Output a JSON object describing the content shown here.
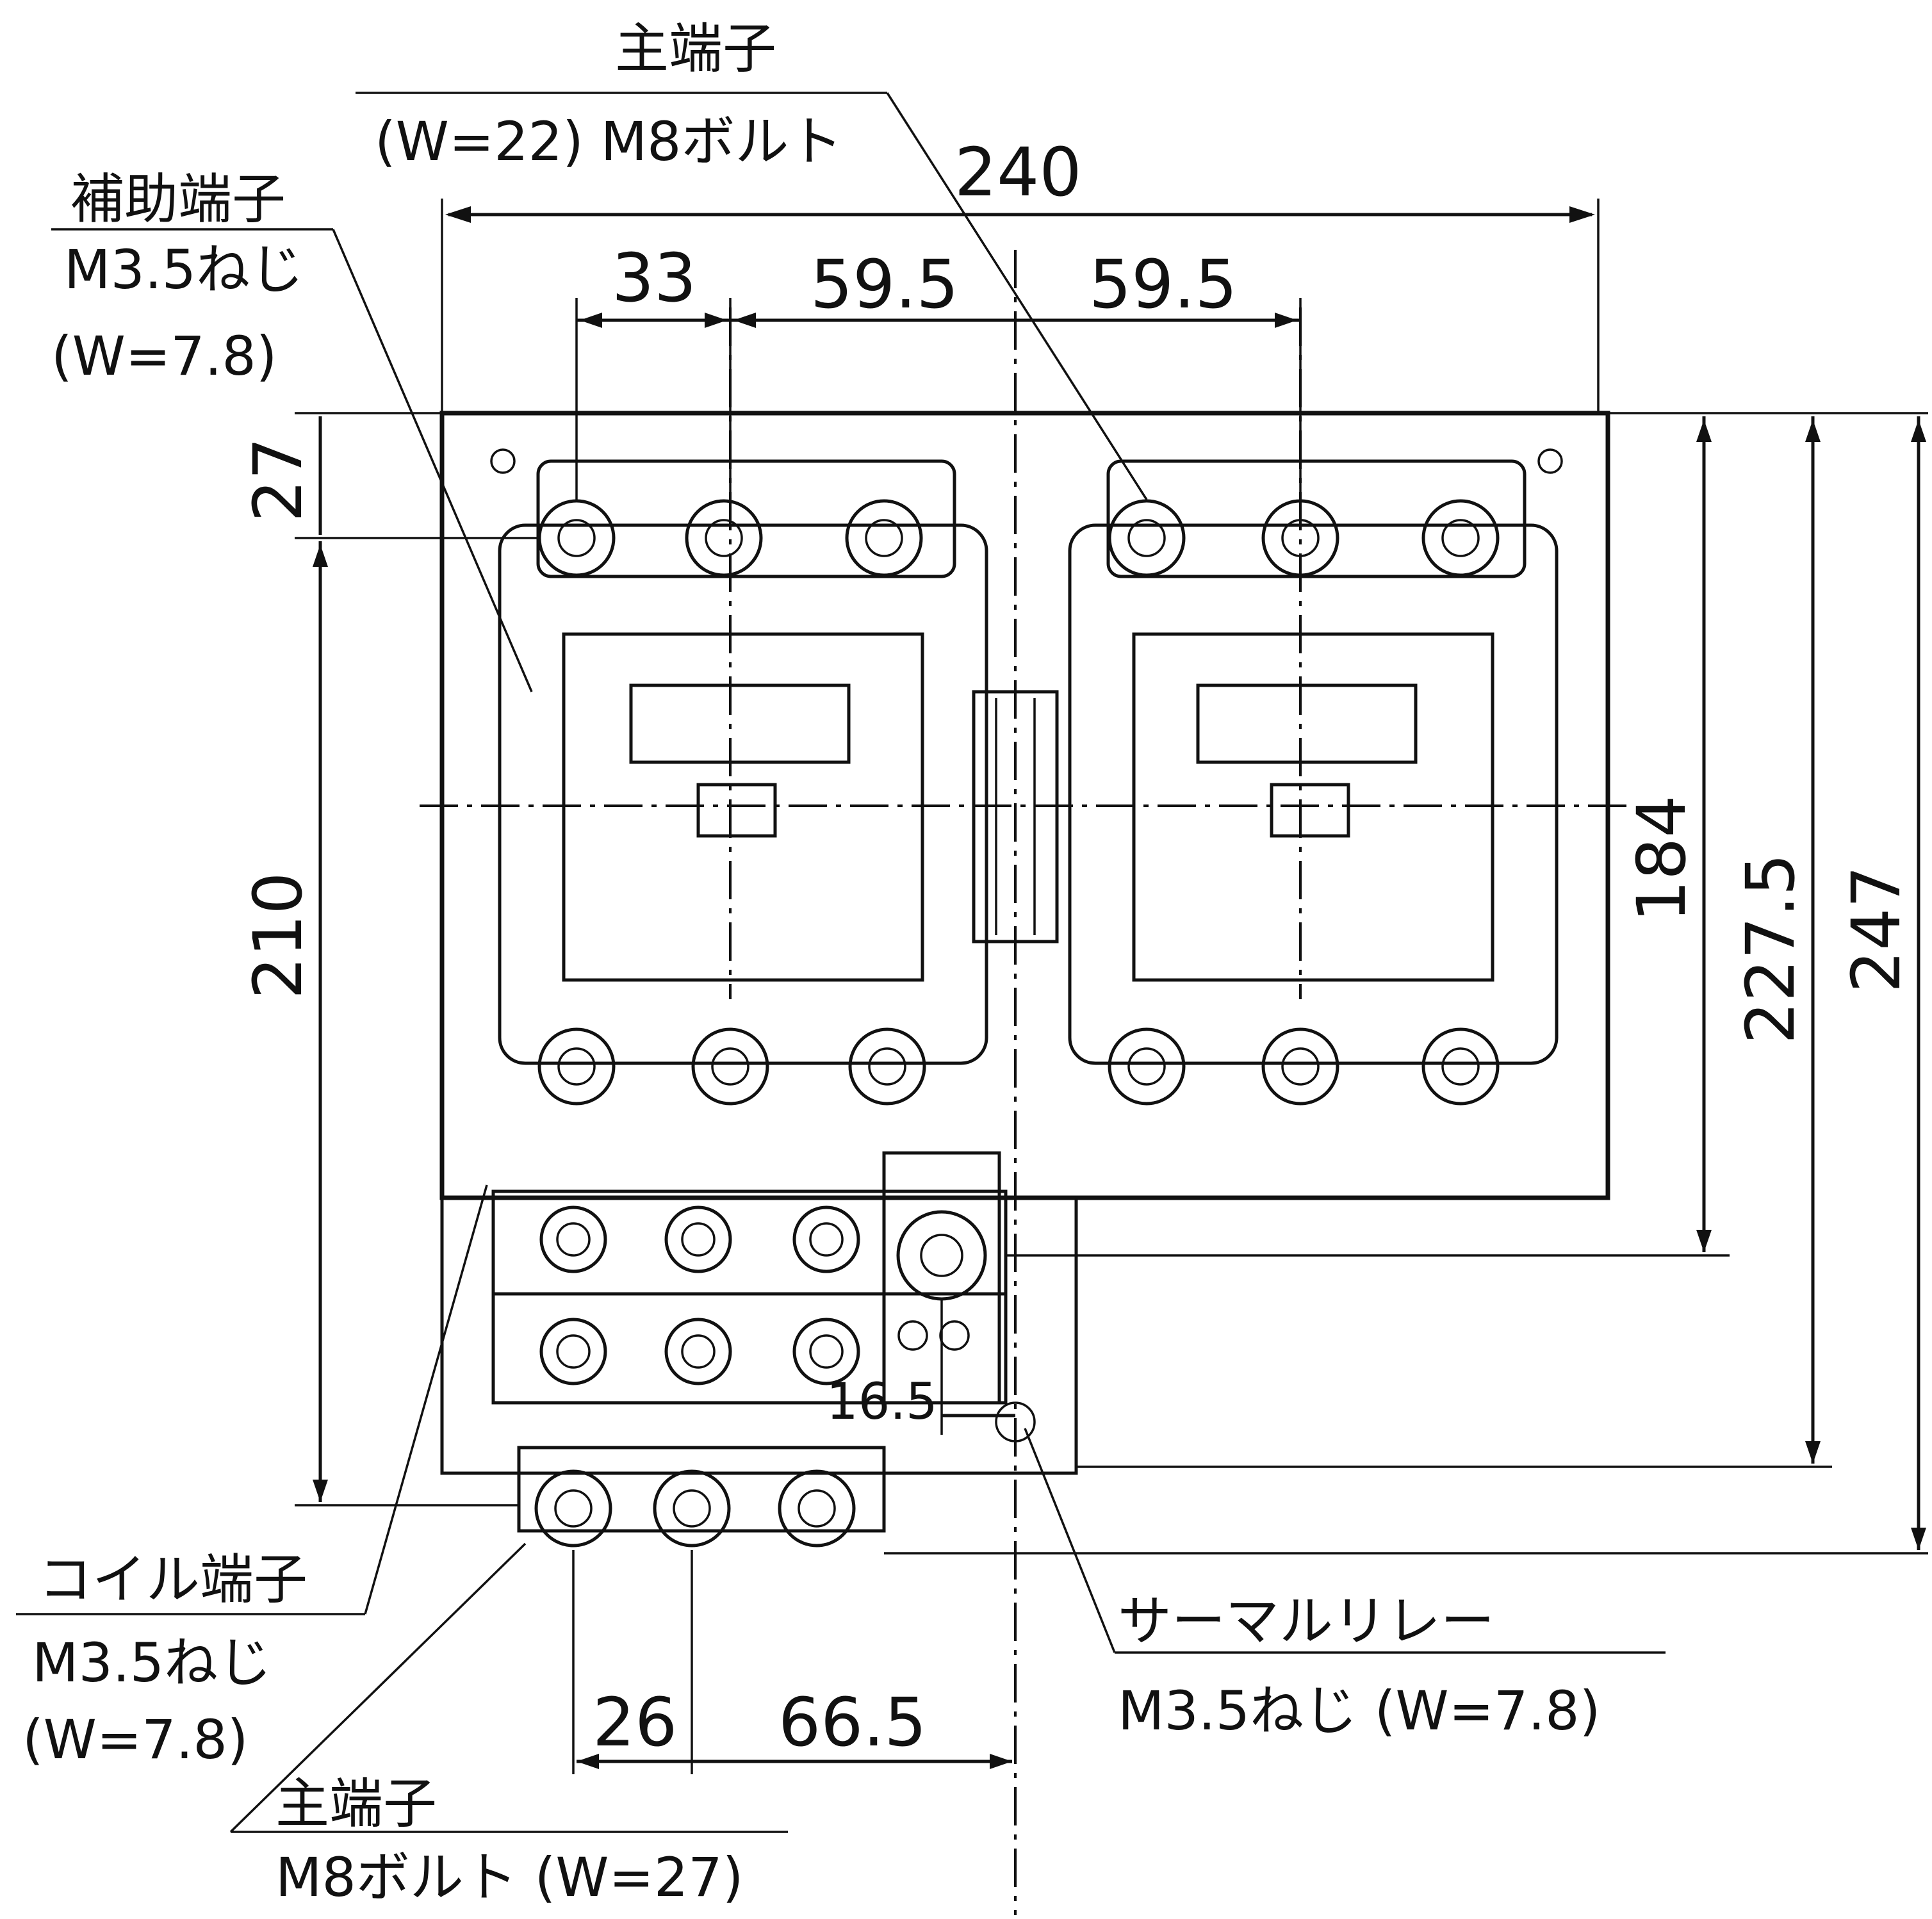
{
  "labels": {
    "main_top_title": "主端子",
    "main_top_spec": "(W=22) M8ボルト",
    "aux_title": "補助端子",
    "aux_spec": "M3.5ねじ",
    "aux_width": "(W=7.8)",
    "coil_title": "コイル端子",
    "coil_spec": "M3.5ねじ",
    "coil_width": "(W=7.8)",
    "main_bottom_title": "主端子",
    "main_bottom_spec": "M8ボルト (W=27)",
    "thermal_title": "サーマルリレー",
    "thermal_spec": "M3.5ねじ (W=7.8)"
  },
  "dimensions": {
    "overall_width": "240",
    "pitch_a": "33",
    "pitch_b": "59.5",
    "pitch_c": "59.5",
    "top_margin": "27",
    "left_height": "210",
    "h_184": "184",
    "h_227": "227.5",
    "h_247": "247",
    "offset_16": "16.5",
    "bottom_26": "26",
    "bottom_66": "66.5"
  }
}
